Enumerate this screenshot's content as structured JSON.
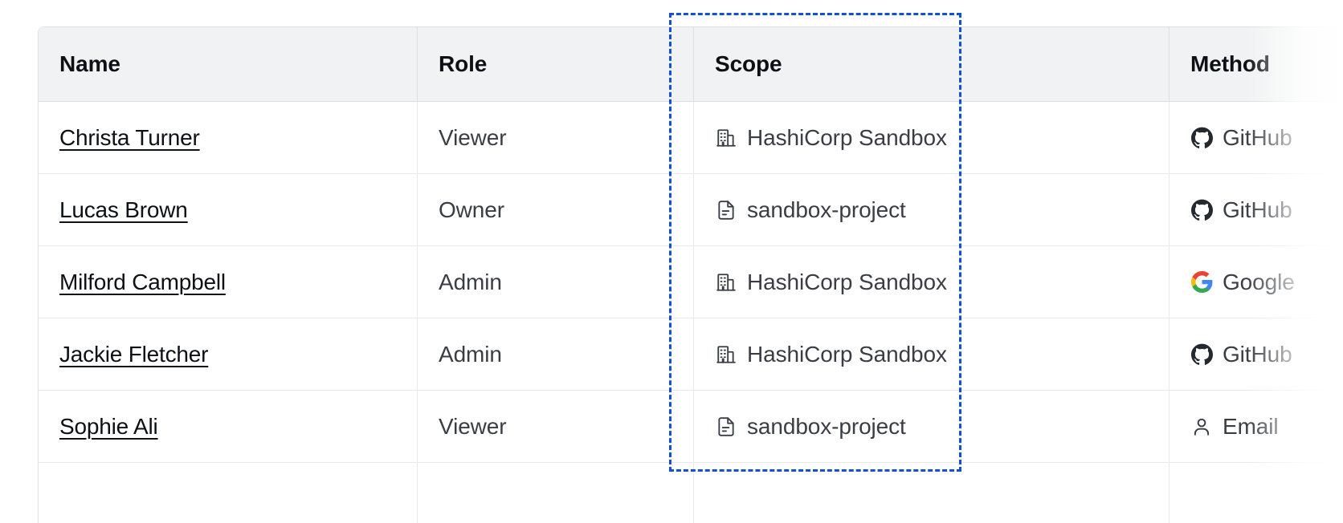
{
  "table": {
    "columns": [
      {
        "key": "name",
        "label": "Name"
      },
      {
        "key": "role",
        "label": "Role"
      },
      {
        "key": "scope",
        "label": "Scope"
      },
      {
        "key": "method",
        "label": "Method"
      }
    ],
    "rows": [
      {
        "name": "Christa Turner",
        "role": "Viewer",
        "scope": "HashiCorp Sandbox",
        "scope_icon": "organization-building-icon",
        "method": "GitHub",
        "method_icon": "github-icon"
      },
      {
        "name": "Lucas Brown",
        "role": "Owner",
        "scope": "sandbox-project",
        "scope_icon": "project-document-icon",
        "method": "GitHub",
        "method_icon": "github-icon"
      },
      {
        "name": "Milford Campbell",
        "role": "Admin",
        "scope": "HashiCorp Sandbox",
        "scope_icon": "organization-building-icon",
        "method": "Google",
        "method_icon": "google-icon"
      },
      {
        "name": "Jackie Fletcher",
        "role": "Admin",
        "scope": "HashiCorp Sandbox",
        "scope_icon": "organization-building-icon",
        "method": "GitHub",
        "method_icon": "github-icon"
      },
      {
        "name": "Sophie Ali",
        "role": "Viewer",
        "scope": "sandbox-project",
        "scope_icon": "project-document-icon",
        "method": "Email",
        "method_icon": "user-person-icon"
      },
      {
        "name": "",
        "role": "",
        "scope": "",
        "scope_icon": "",
        "method": "",
        "method_icon": ""
      }
    ]
  },
  "highlight": {
    "target_column": "Scope",
    "style": "dashed",
    "color": "#1251d3"
  },
  "colors": {
    "header_background": "#f1f2f3",
    "header_text": "#0d1116",
    "body_text": "#3b3d45",
    "link_text": "#0d1116",
    "border": "#dedfe0",
    "row_border": "#e8e9ea",
    "highlight": "#1251d3",
    "google_blue": "#4285f4",
    "google_red": "#ea4335",
    "google_yellow": "#fbbc05",
    "google_green": "#34a853",
    "github_dark": "#24292f"
  }
}
